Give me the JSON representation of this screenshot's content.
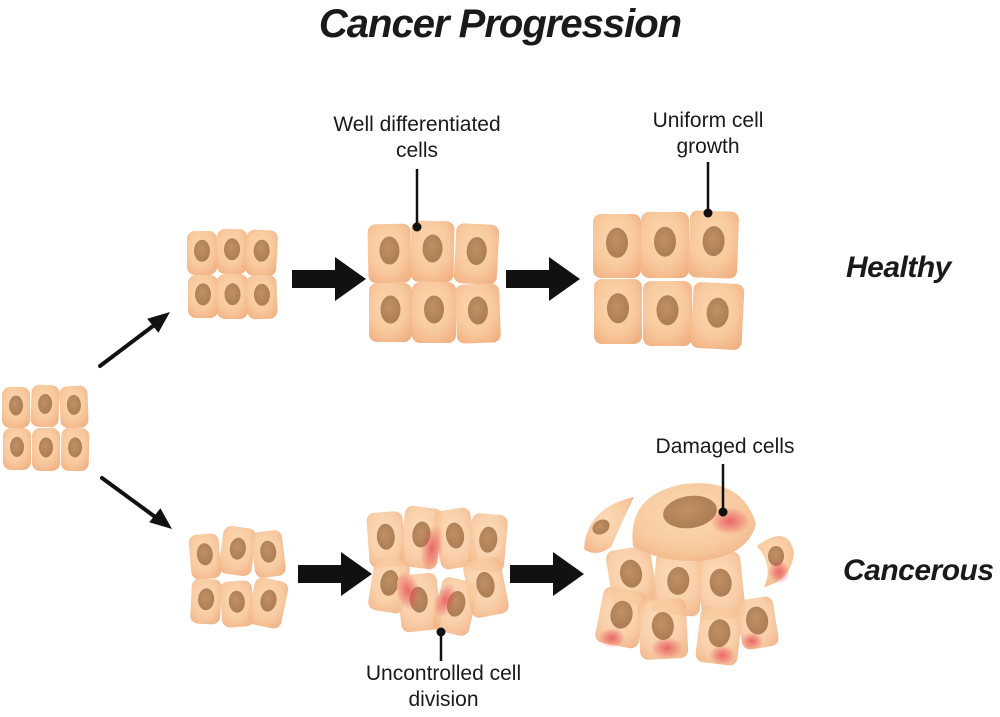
{
  "title": "Cancer Progression",
  "healthy_row": {
    "label": "Healthy",
    "annotation_stage2": "Well differentiated cells",
    "annotation_stage3": "Uniform cell growth"
  },
  "cancerous_row": {
    "label": "Cancerous",
    "annotation_stage2": "Uncontrolled cell division",
    "annotation_stage3": "Damaged cells"
  },
  "colors": {
    "background": "#ffffff",
    "text": "#1a1a1a",
    "arrow": "#111111",
    "cell_fill_center": "#fcd8b0",
    "cell_fill_mid": "#f8c99e",
    "cell_fill_edge": "#f1af80",
    "nucleus_center": "#c09067",
    "nucleus_edge": "#a87a50",
    "damage": "#e64e55"
  }
}
